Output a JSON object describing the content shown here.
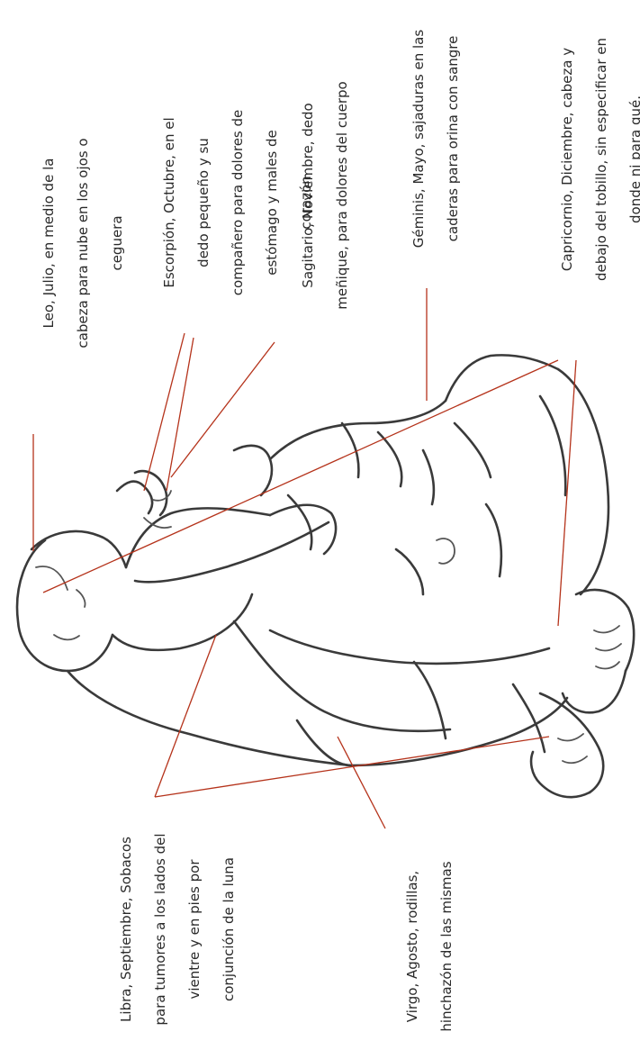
{
  "labels": {
    "leo": [
      "Leo, Julio, en medio de la",
      "cabeza para nube en los ojos o",
      "ceguera"
    ],
    "escorpion": [
      "Escorpión, Octubre, en el",
      "dedo pequeño y su",
      "compañero para dolores de",
      "estómago y males de",
      "corazón"
    ],
    "sagitario": [
      "Sagitario, Noviembre, dedo",
      "meñique, para dolores del cuerpo"
    ],
    "geminis": [
      "Géminis, Mayo, sajaduras en las",
      "caderas para orina con sangre"
    ],
    "capricornio": [
      "Capricornio, Diciembre, cabeza y",
      "debajo del tobillo, sin especificar en",
      "donde ni para qué."
    ],
    "libra": [
      "Libra, Septiembre, Sobacos",
      "para tumores a los lados del",
      "vientre y en pies por",
      "conjunción de la luna"
    ],
    "virgo": [
      "Virgo, Agosto, rodillas,",
      "hinchazón de las mismas"
    ]
  },
  "colors": {
    "leader_line": "#b5331b",
    "text": "#2a2a2a",
    "sketch": "#3a3a3a"
  }
}
